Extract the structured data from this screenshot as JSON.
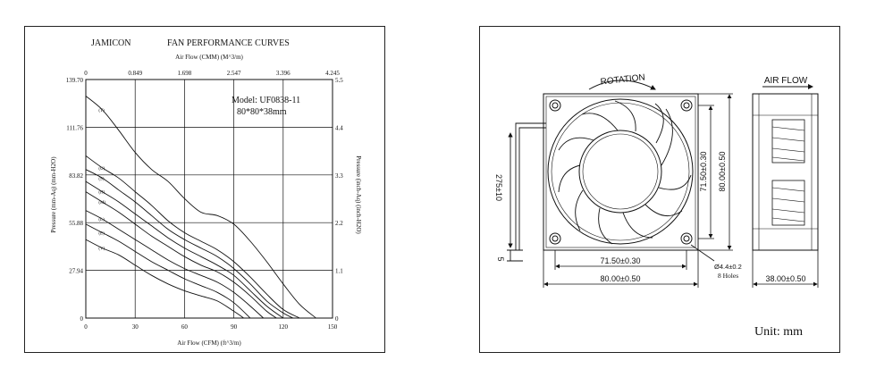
{
  "performance": {
    "brand": "JAMICON",
    "title": "FAN PERFORMANCE CURVES",
    "top_axis_label": "Air Flow (CMM) (M^3/m)",
    "bottom_axis_label": "Air Flow (CFM) (ft^3/m)",
    "left_axis_label": "Pressure (mm-Aq) (mm-H2O)",
    "right_axis_label": "Pressure (inch-Aq) (inch-H2O)",
    "model": "Model: UF0838-11",
    "size": "80*80*38mm"
  },
  "chart_data": {
    "type": "line",
    "title": "FAN PERFORMANCE CURVES",
    "xlabel": "Air Flow (CFM) (ft^3/m)",
    "ylabel": "Pressure (mm-Aq) (mm-H2O)",
    "x_ticks": [
      "0",
      "30",
      "60",
      "90",
      "120",
      "150"
    ],
    "x_top_ticks": [
      "0",
      "0.849",
      "1.698",
      "2.547",
      "3.396",
      "4.245"
    ],
    "y_ticks": [
      "0",
      "27.94",
      "55.88",
      "83.82",
      "111.76",
      "139.70"
    ],
    "y_right_ticks": [
      "0",
      "1.1",
      "2.2",
      "3.3",
      "4.4",
      "5.5"
    ],
    "xlim": [
      0,
      150
    ],
    "ylim": [
      0,
      139.7
    ],
    "grid": true,
    "series": [
      {
        "name": "(T)",
        "x": [
          0,
          10,
          20,
          30,
          40,
          50,
          60,
          70,
          80,
          90,
          100,
          110,
          120,
          130,
          140
        ],
        "y": [
          130,
          122,
          110,
          97,
          87,
          80,
          70,
          62,
          60,
          55,
          45,
          33,
          20,
          8,
          0
        ]
      },
      {
        "name": "(U)",
        "x": [
          0,
          10,
          20,
          30,
          40,
          50,
          60,
          70,
          80,
          90,
          100,
          110,
          120,
          130
        ],
        "y": [
          95,
          88,
          82,
          74,
          66,
          57,
          50,
          45,
          40,
          33,
          24,
          14,
          5,
          0
        ]
      },
      {
        "name": "(S)",
        "x": [
          0,
          10,
          20,
          30,
          40,
          50,
          60,
          70,
          80,
          90,
          100,
          110,
          120,
          126
        ],
        "y": [
          87,
          82,
          75,
          68,
          60,
          52,
          46,
          41,
          36,
          29,
          20,
          10,
          3,
          0
        ]
      },
      {
        "name": "(H)",
        "x": [
          0,
          10,
          20,
          30,
          40,
          50,
          60,
          70,
          80,
          90,
          100,
          110,
          120
        ],
        "y": [
          80,
          74,
          68,
          61,
          54,
          47,
          41,
          36,
          31,
          25,
          16,
          7,
          0
        ]
      },
      {
        "name": "(M)",
        "x": [
          0,
          10,
          20,
          30,
          40,
          50,
          60,
          70,
          80,
          90,
          100,
          110,
          116
        ],
        "y": [
          74,
          68,
          62,
          55,
          48,
          42,
          36,
          31,
          27,
          21,
          13,
          4,
          0
        ]
      },
      {
        "name": "(L)",
        "x": [
          0,
          10,
          20,
          30,
          40,
          50,
          60,
          70,
          80,
          90,
          100,
          108
        ],
        "y": [
          63,
          58,
          52,
          46,
          40,
          34,
          29,
          25,
          21,
          15,
          7,
          0
        ]
      },
      {
        "name": "(E)",
        "x": [
          0,
          10,
          20,
          30,
          40,
          50,
          60,
          70,
          80,
          90,
          100
        ],
        "y": [
          55,
          50,
          45,
          39,
          33,
          28,
          23,
          19,
          15,
          9,
          0
        ]
      },
      {
        "name": "(V)",
        "x": [
          0,
          10,
          20,
          30,
          40,
          50,
          60,
          70,
          80,
          90,
          96
        ],
        "y": [
          46,
          41,
          37,
          31,
          25,
          20,
          16,
          13,
          10,
          4,
          0
        ]
      }
    ]
  },
  "drawing": {
    "rotation_label": "ROTATION",
    "airflow_label": "AIR FLOW",
    "dim_inner_h": "71.50±0.30",
    "dim_outer_h": "80.00±0.50",
    "dim_inner_v": "71.50±0.30",
    "dim_outer_v": "80.00±0.50",
    "dim_depth": "38.00±0.50",
    "dim_wire": "275±10",
    "dim_wire_end": "5",
    "hole_spec": "Ø4.4±0.2",
    "hole_count": "8 Holes",
    "unit": "Unit: mm"
  }
}
